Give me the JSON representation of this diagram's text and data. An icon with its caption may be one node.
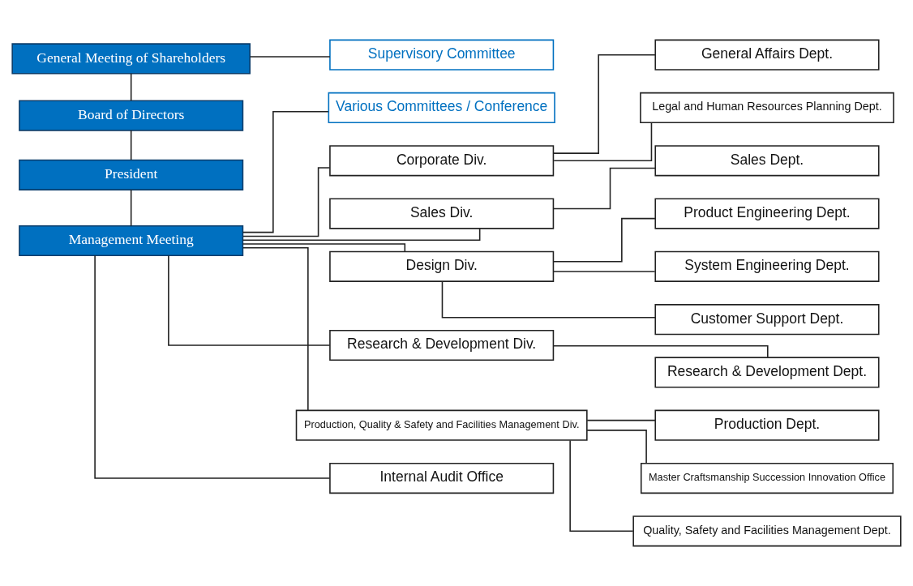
{
  "diagram": {
    "nodes": [
      {
        "text": [
          "General Meeting of Shareholders"
        ]
      },
      {
        "text": [
          "Board of Directors"
        ]
      },
      {
        "text": [
          "President"
        ]
      },
      {
        "text": [
          "Management Meeting"
        ]
      },
      {
        "text": [
          "Supervisory Committee"
        ]
      },
      {
        "text": [
          "Various Committees / Conference"
        ]
      },
      {
        "text": [
          "Corporate Div."
        ]
      },
      {
        "text": [
          "General Affairs Dept."
        ]
      },
      {
        "text": [
          "Legal and Human Resources Planning Dept."
        ]
      },
      {
        "text": [
          "Sales Div."
        ]
      },
      {
        "text": [
          "Sales Dept."
        ]
      },
      {
        "text": [
          "Design Div."
        ]
      },
      {
        "text": [
          "Product Engineering Dept."
        ]
      },
      {
        "text": [
          "System Engineering Dept."
        ]
      },
      {
        "text": [
          "Customer Support Dept."
        ]
      },
      {
        "text": [
          "Research & Development Div."
        ]
      },
      {
        "text": [
          "Research & Development Dept."
        ]
      },
      {
        "text": [
          "Production, Quality & Safety and Facilities Management Div."
        ]
      },
      {
        "text": [
          "Production Dept."
        ]
      },
      {
        "text": [
          "Master Craftsmanship Succession Innovation Office"
        ]
      },
      {
        "text": [
          "Quality, Safety and Facilities Management Dept."
        ]
      },
      {
        "text": [
          "Internal Audit Office"
        ]
      }
    ],
    "edges": [
      {
        "from": 0,
        "to": 1,
        "arrow": "none"
      },
      {
        "from": 1,
        "to": 2,
        "arrow": "none"
      },
      {
        "from": 2,
        "to": 3,
        "arrow": "none"
      },
      {
        "from": 0,
        "to": 4,
        "arrow": "none"
      },
      {
        "from": 3,
        "to": 5,
        "arrow": "none"
      },
      {
        "from": 3,
        "to": 6,
        "arrow": "none"
      },
      {
        "from": 3,
        "to": 9,
        "arrow": "none"
      },
      {
        "from": 3,
        "to": 11,
        "arrow": "none"
      },
      {
        "from": 3,
        "to": 15,
        "arrow": "none"
      },
      {
        "from": 3,
        "to": 17,
        "arrow": "none"
      },
      {
        "from": 3,
        "to": 21,
        "arrow": "none"
      },
      {
        "from": 6,
        "to": 7,
        "arrow": "none"
      },
      {
        "from": 6,
        "to": 8,
        "arrow": "none"
      },
      {
        "from": 9,
        "to": 10,
        "arrow": "none"
      },
      {
        "from": 11,
        "to": 12,
        "arrow": "none"
      },
      {
        "from": 11,
        "to": 13,
        "arrow": "none"
      },
      {
        "from": 11,
        "to": 14,
        "arrow": "none"
      },
      {
        "from": 15,
        "to": 16,
        "arrow": "none"
      },
      {
        "from": 17,
        "to": 18,
        "arrow": "none"
      },
      {
        "from": 17,
        "to": 19,
        "arrow": "none"
      },
      {
        "from": 17,
        "to": 20,
        "arrow": "none"
      }
    ]
  }
}
